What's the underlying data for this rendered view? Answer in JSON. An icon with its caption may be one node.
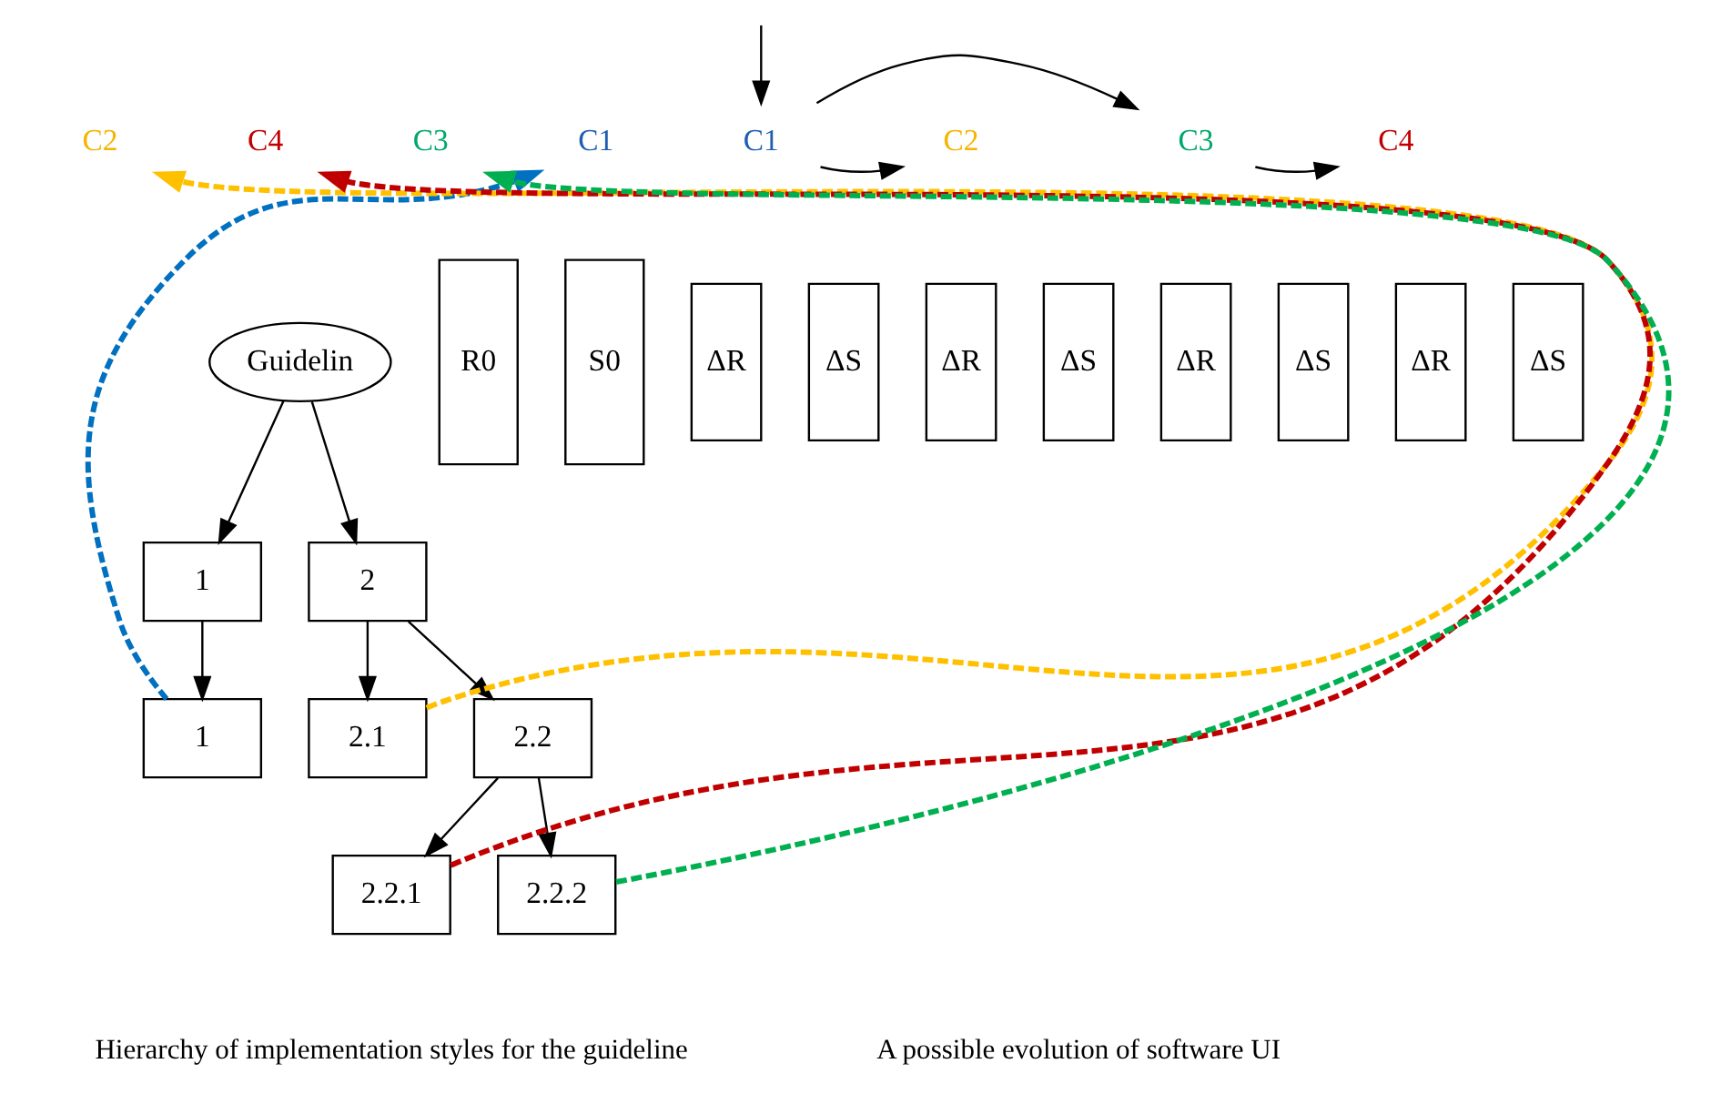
{
  "diagram": {
    "nodes": [
      {
        "text": [
          "Guidelin"
        ]
      },
      {
        "text": [
          "1"
        ]
      },
      {
        "text": [
          "2"
        ]
      },
      {
        "text": [
          "1"
        ]
      },
      {
        "text": [
          "2.1"
        ]
      },
      {
        "text": [
          "2.2"
        ]
      },
      {
        "text": [
          "2.2.1"
        ]
      },
      {
        "text": [
          "2.2.2"
        ]
      },
      {
        "text": [
          "C2"
        ]
      },
      {
        "text": [
          "C4"
        ]
      },
      {
        "text": [
          "C3"
        ]
      },
      {
        "text": [
          "C1"
        ]
      },
      {
        "text": [
          "C1"
        ]
      },
      {
        "text": [
          "C2"
        ]
      },
      {
        "text": [
          "C3"
        ]
      },
      {
        "text": [
          "C4"
        ]
      },
      {
        "text": [
          "R0"
        ]
      },
      {
        "text": [
          "S0"
        ]
      },
      {
        "text": [
          "ΔR"
        ]
      },
      {
        "text": [
          "ΔS"
        ]
      },
      {
        "text": [
          "ΔR"
        ]
      },
      {
        "text": [
          "ΔS"
        ]
      },
      {
        "text": [
          "ΔR"
        ]
      },
      {
        "text": [
          "ΔS"
        ]
      },
      {
        "text": [
          "ΔR"
        ]
      },
      {
        "text": [
          "ΔS"
        ]
      }
    ],
    "edges": [
      {
        "from": 0,
        "to": 1,
        "arrow": "to"
      },
      {
        "from": 0,
        "to": 2,
        "arrow": "to"
      },
      {
        "from": 1,
        "to": 3,
        "arrow": "to"
      },
      {
        "from": 2,
        "to": 4,
        "arrow": "to"
      },
      {
        "from": 2,
        "to": 5,
        "arrow": "to"
      },
      {
        "from": 5,
        "to": 6,
        "arrow": "to"
      },
      {
        "from": 5,
        "to": 7,
        "arrow": "to"
      },
      {
        "from": 3,
        "to": 11,
        "arrow": "to",
        "style": "dashed",
        "color": "#0070c0"
      },
      {
        "from": 4,
        "to": 8,
        "arrow": "to",
        "style": "dashed",
        "color": "#ffc000"
      },
      {
        "from": 6,
        "to": 9,
        "arrow": "to",
        "style": "dashed",
        "color": "#c00000"
      },
      {
        "from": 7,
        "to": 10,
        "arrow": "to",
        "style": "dashed",
        "color": "#00b050"
      },
      {
        "from": null,
        "to": 12,
        "arrow": "to"
      },
      {
        "from": 12,
        "to": 13,
        "arrow": "to"
      },
      {
        "from": 12,
        "to": 14,
        "arrow": "to"
      },
      {
        "from": 14,
        "to": 15,
        "arrow": "to"
      }
    ],
    "labels": [
      "Hierarchy of implementation styles for the guideline",
      "A possible evolution of software UI"
    ]
  }
}
